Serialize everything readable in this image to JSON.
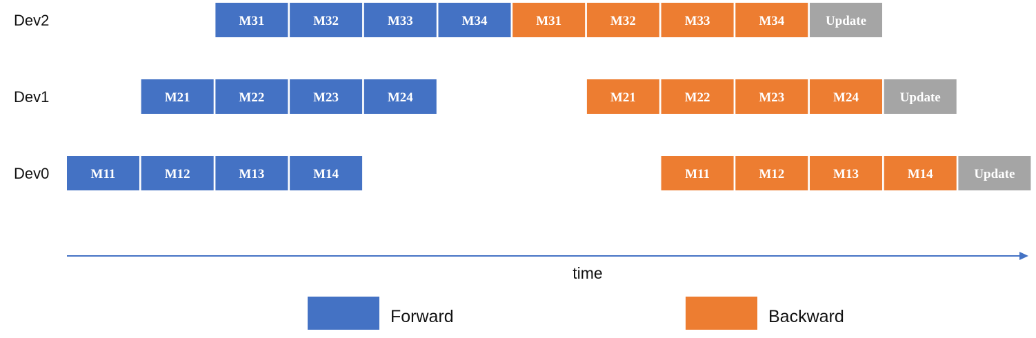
{
  "colors": {
    "forward": "#4472C4",
    "backward": "#ED7D31",
    "update": "#A5A5A5",
    "axis": "#4472C4",
    "text": "#111111",
    "block_text": "#FFFFFF"
  },
  "rows": [
    {
      "label": "Dev2",
      "blocks": [
        {
          "label": "M31",
          "kind": "forward",
          "slot": 2
        },
        {
          "label": "M32",
          "kind": "forward",
          "slot": 3
        },
        {
          "label": "M33",
          "kind": "forward",
          "slot": 4
        },
        {
          "label": "M34",
          "kind": "forward",
          "slot": 5
        },
        {
          "label": "M31",
          "kind": "backward",
          "slot": 6
        },
        {
          "label": "M32",
          "kind": "backward",
          "slot": 7
        },
        {
          "label": "M33",
          "kind": "backward",
          "slot": 8
        },
        {
          "label": "M34",
          "kind": "backward",
          "slot": 9
        },
        {
          "label": "Update",
          "kind": "update",
          "slot": 10
        }
      ]
    },
    {
      "label": "Dev1",
      "blocks": [
        {
          "label": "M21",
          "kind": "forward",
          "slot": 1
        },
        {
          "label": "M22",
          "kind": "forward",
          "slot": 2
        },
        {
          "label": "M23",
          "kind": "forward",
          "slot": 3
        },
        {
          "label": "M24",
          "kind": "forward",
          "slot": 4
        },
        {
          "label": "M21",
          "kind": "backward",
          "slot": 7
        },
        {
          "label": "M22",
          "kind": "backward",
          "slot": 8
        },
        {
          "label": "M23",
          "kind": "backward",
          "slot": 9
        },
        {
          "label": "M24",
          "kind": "backward",
          "slot": 10
        },
        {
          "label": "Update",
          "kind": "update",
          "slot": 11
        }
      ]
    },
    {
      "label": "Dev0",
      "blocks": [
        {
          "label": "M11",
          "kind": "forward",
          "slot": 0
        },
        {
          "label": "M12",
          "kind": "forward",
          "slot": 1
        },
        {
          "label": "M13",
          "kind": "forward",
          "slot": 2
        },
        {
          "label": "M14",
          "kind": "forward",
          "slot": 3
        },
        {
          "label": "M11",
          "kind": "backward",
          "slot": 8
        },
        {
          "label": "M12",
          "kind": "backward",
          "slot": 9
        },
        {
          "label": "M13",
          "kind": "backward",
          "slot": 10
        },
        {
          "label": "M14",
          "kind": "backward",
          "slot": 11
        },
        {
          "label": "Update",
          "kind": "update",
          "slot": 12
        }
      ]
    }
  ],
  "axis": {
    "label": "time"
  },
  "legend": [
    {
      "label": "Forward",
      "kind": "forward"
    },
    {
      "label": "Backward",
      "kind": "backward"
    }
  ]
}
